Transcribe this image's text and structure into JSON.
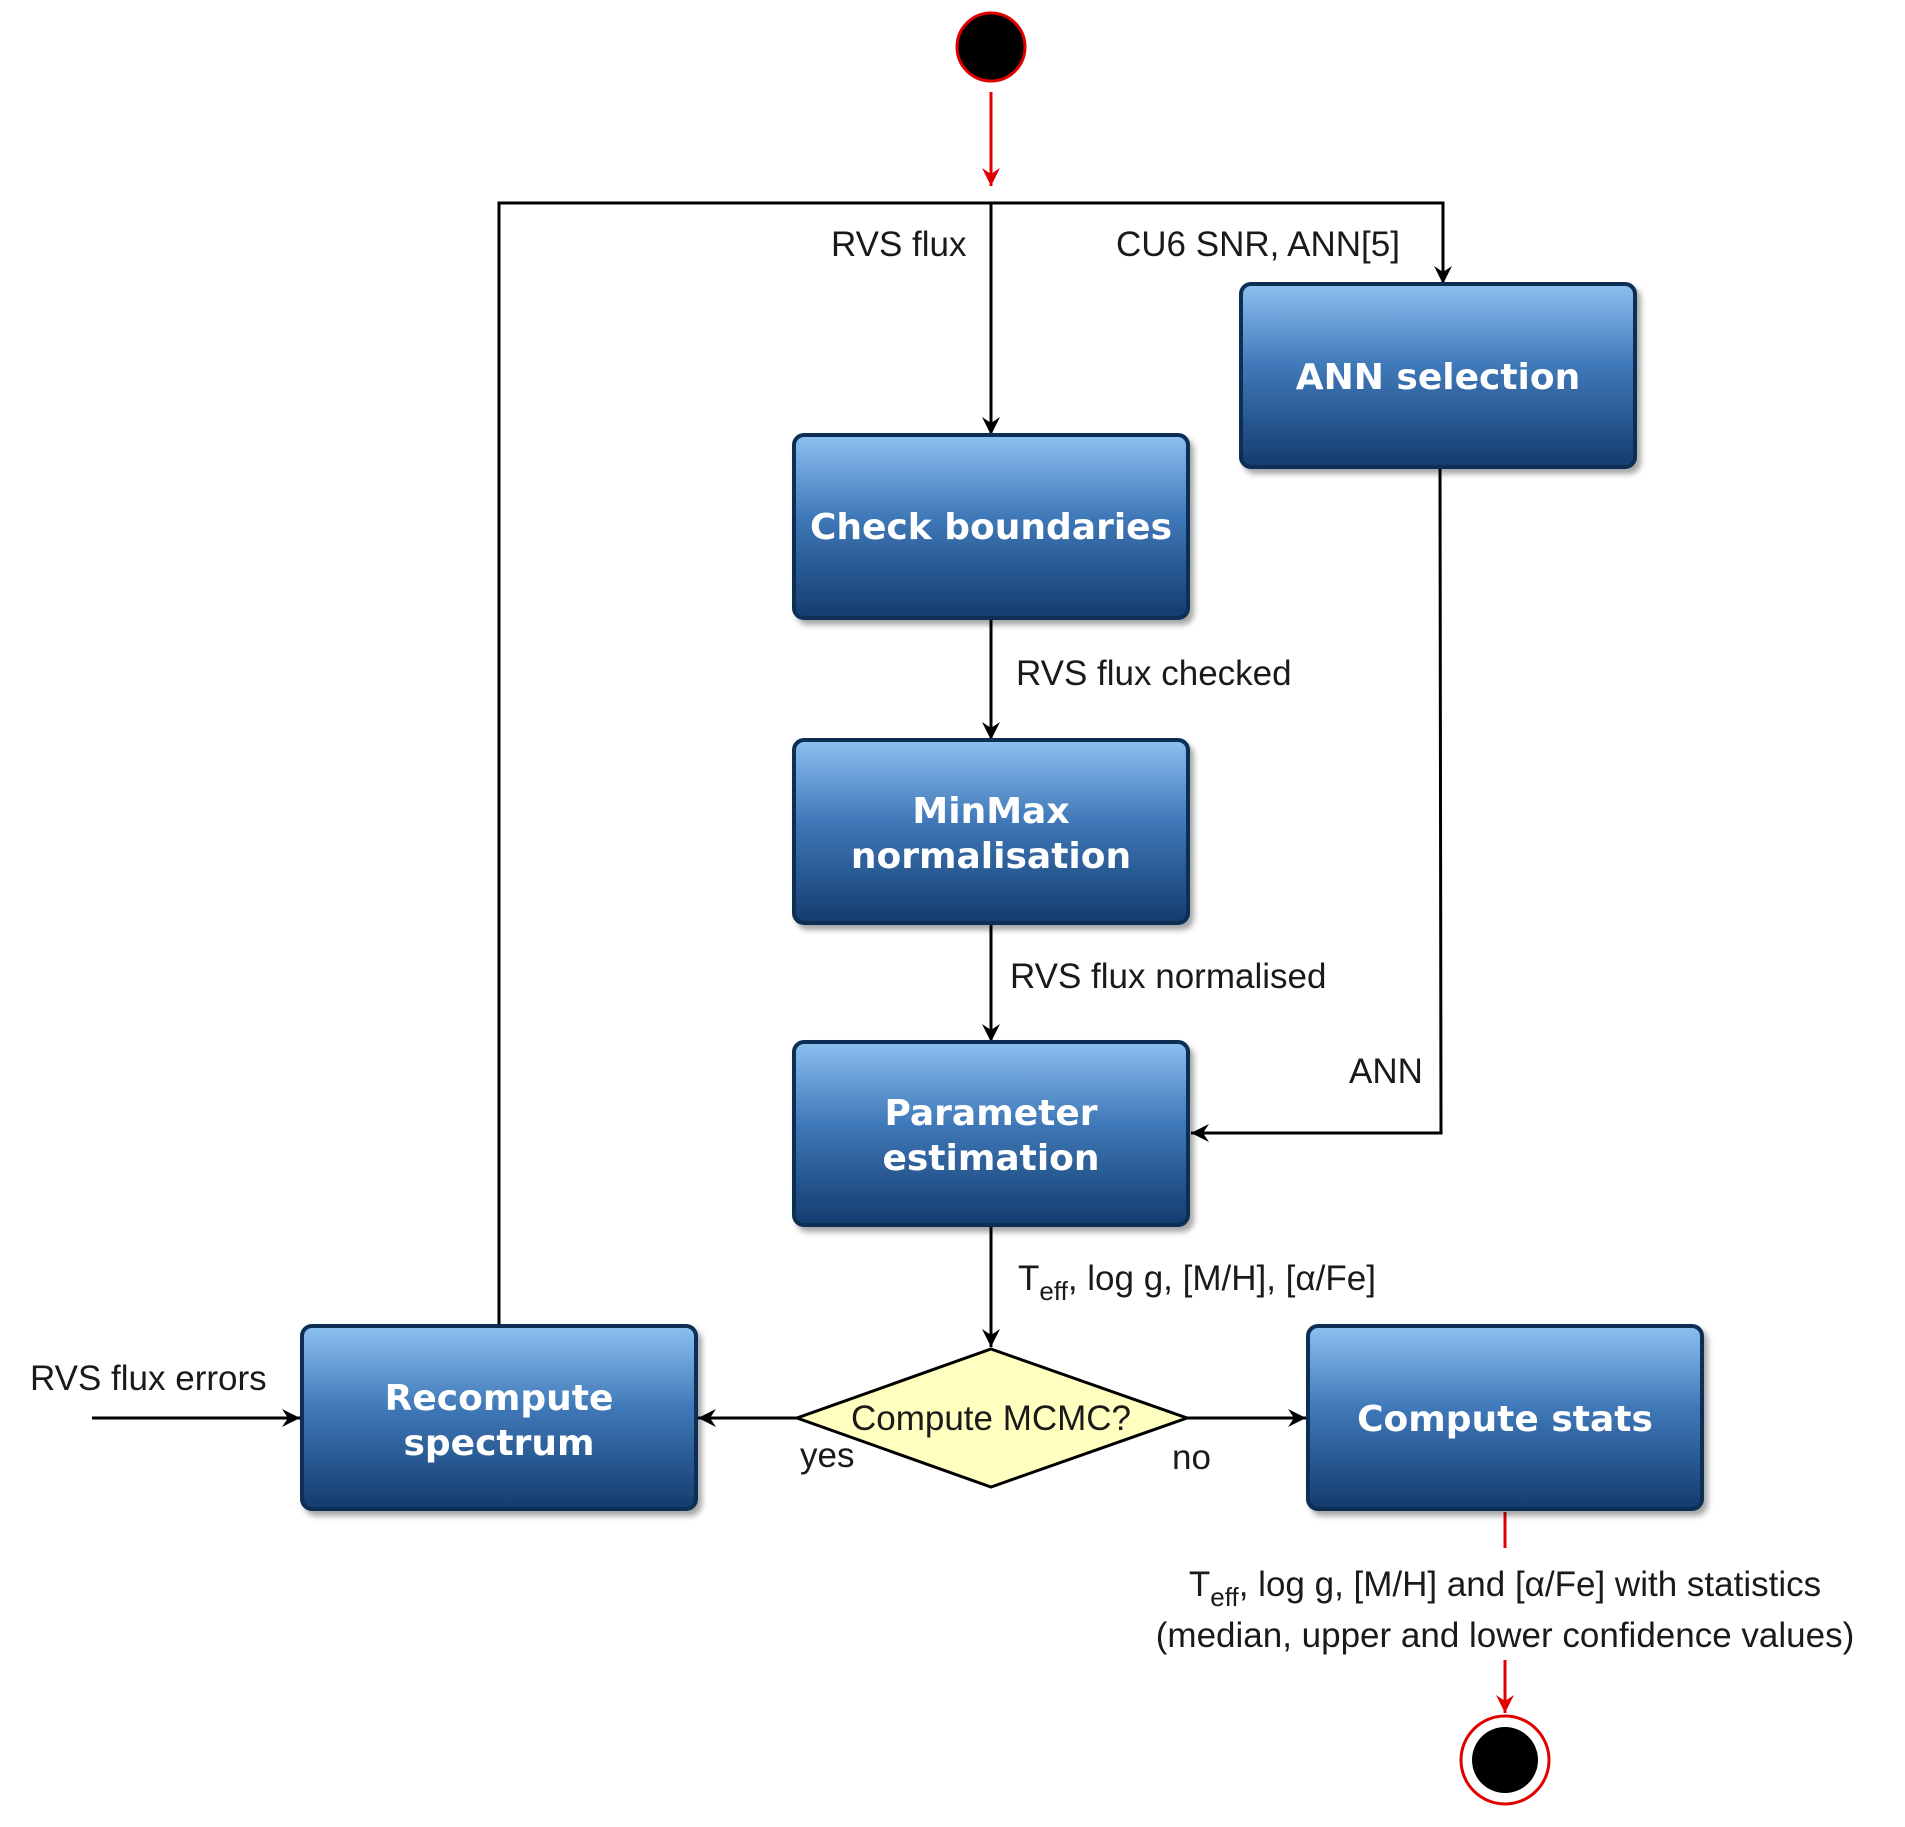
{
  "nodes": {
    "ann_selection": "ANN selection",
    "check_boundaries": "Check boundaries",
    "minmax_line1": "MinMax",
    "minmax_line2": "normalisation",
    "param_line1": "Parameter",
    "param_line2": "estimation",
    "recompute_line1": "Recompute",
    "recompute_line2": "spectrum",
    "compute_stats": "Compute stats",
    "decision": "Compute MCMC?"
  },
  "edges": {
    "rvs_flux": "RVS flux",
    "cu6_snr": "CU6 SNR, ANN[5]",
    "rvs_flux_checked": "RVS flux checked",
    "rvs_flux_normalised": "RVS flux normalised",
    "ann": "ANN",
    "params": {
      "t": "T",
      "sub": "eff",
      "rest": ", log g, [M/H], [α/Fe]"
    },
    "rvs_flux_errors": "RVS flux errors",
    "yes": "yes",
    "no": "no",
    "output_line1": {
      "t": "T",
      "sub": "eff",
      "rest": ", log g, [M/H] and [α/Fe] with statistics"
    },
    "output_line2": "(median, upper and lower confidence values)"
  },
  "colors": {
    "box_top": "#8cc0f0",
    "box_mid": "#3f78b8",
    "box_bottom": "#143c6e",
    "box_stroke": "#0e2e55",
    "decision_fill": "#ffffc0",
    "terminal_stroke": "#e00000",
    "arrow": "#000000",
    "flow_red": "#e00000"
  }
}
